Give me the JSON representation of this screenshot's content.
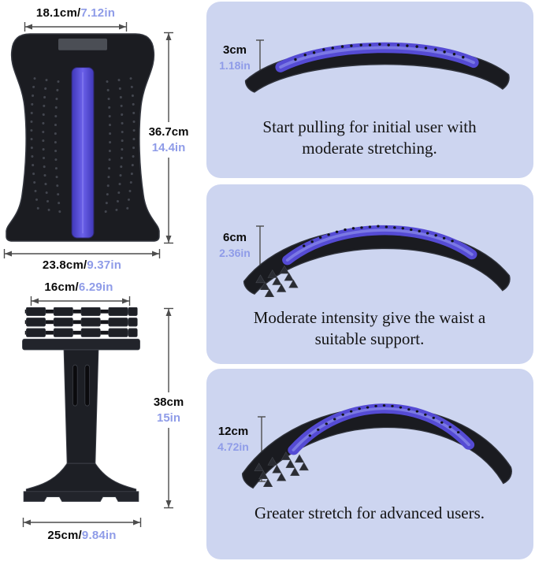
{
  "colors": {
    "panel_bg": "#cdd5f0",
    "inch_text": "#8f9ce8",
    "stripe_purple": "#554bd4",
    "dimension_line": "#4d4d4d",
    "caption_text": "#141414",
    "device_black": "#1b1c21"
  },
  "top_product": {
    "dim_top": {
      "cm": "18.1cm/",
      "in": "7.12in"
    },
    "dim_height": {
      "cm": "36.7cm",
      "in": "14.4in"
    },
    "dim_bottom": {
      "cm": "23.8cm/",
      "in": "9.37in"
    }
  },
  "base_product": {
    "dim_top": {
      "cm": "16cm/",
      "in": "6.29in"
    },
    "dim_height": {
      "cm": "38cm",
      "in": "15in"
    },
    "dim_bottom": {
      "cm": "25cm/",
      "in": "9.84in"
    }
  },
  "panels": [
    {
      "dim": {
        "cm": "3cm",
        "in": "1.18in"
      },
      "caption": "Start pulling for initial user with moderate stretching."
    },
    {
      "dim": {
        "cm": "6cm",
        "in": "2.36in"
      },
      "caption": "Moderate intensity give the waist a suitable support."
    },
    {
      "dim": {
        "cm": "12cm",
        "in": "4.72in"
      },
      "caption": "Greater stretch for advanced users."
    }
  ]
}
